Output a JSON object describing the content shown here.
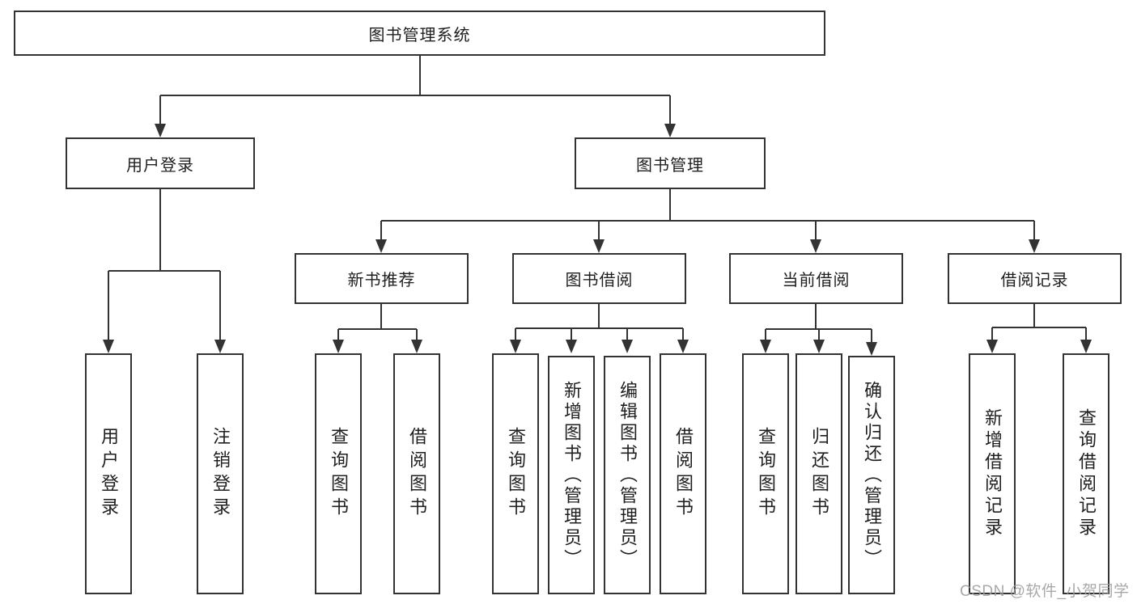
{
  "diagram": {
    "title": "图书管理系统",
    "watermark": "CSDN @软件_小贺同学",
    "colors": {
      "line": "#333333",
      "border": "#333333",
      "text": "#1f1f1f",
      "watermark": "#9e9e9e",
      "background": "#ffffff"
    },
    "nodes": {
      "root": {
        "label": "图书管理系统"
      },
      "user_login": {
        "label": "用户登录"
      },
      "book_mgmt": {
        "label": "图书管理"
      },
      "new_book_rec": {
        "label": "新书推荐"
      },
      "book_borrow": {
        "label": "图书借阅"
      },
      "current_borrow": {
        "label": "当前借阅"
      },
      "borrow_record": {
        "label": "借阅记录"
      },
      "leaf_user_login": {
        "label": "用户登录"
      },
      "leaf_logout": {
        "label": "注销登录"
      },
      "leaf_query_book_1": {
        "label": "查询图书"
      },
      "leaf_borrow_book_1": {
        "label": "借阅图书"
      },
      "leaf_query_book_2": {
        "label": "查询图书"
      },
      "leaf_add_book": {
        "label": "新增图书（管理员）"
      },
      "leaf_edit_book": {
        "label": "编辑图书（管理员）"
      },
      "leaf_borrow_book_2": {
        "label": "借阅图书"
      },
      "leaf_query_book_3": {
        "label": "查询图书"
      },
      "leaf_return_book": {
        "label": "归还图书"
      },
      "leaf_confirm_return": {
        "label": "确认归还（管理员）"
      },
      "leaf_add_record": {
        "label": "新增借阅记录"
      },
      "leaf_query_record": {
        "label": "查询借阅记录"
      }
    },
    "hierarchy": {
      "图书管理系统": [
        "用户登录",
        "图书管理"
      ],
      "用户登录": [
        "用户登录",
        "注销登录"
      ],
      "图书管理": [
        "新书推荐",
        "图书借阅",
        "当前借阅",
        "借阅记录"
      ],
      "新书推荐": [
        "查询图书",
        "借阅图书"
      ],
      "图书借阅": [
        "查询图书",
        "新增图书（管理员）",
        "编辑图书（管理员）",
        "借阅图书"
      ],
      "当前借阅": [
        "查询图书",
        "归还图书",
        "确认归还（管理员）"
      ],
      "借阅记录": [
        "新增借阅记录",
        "查询借阅记录"
      ]
    }
  }
}
